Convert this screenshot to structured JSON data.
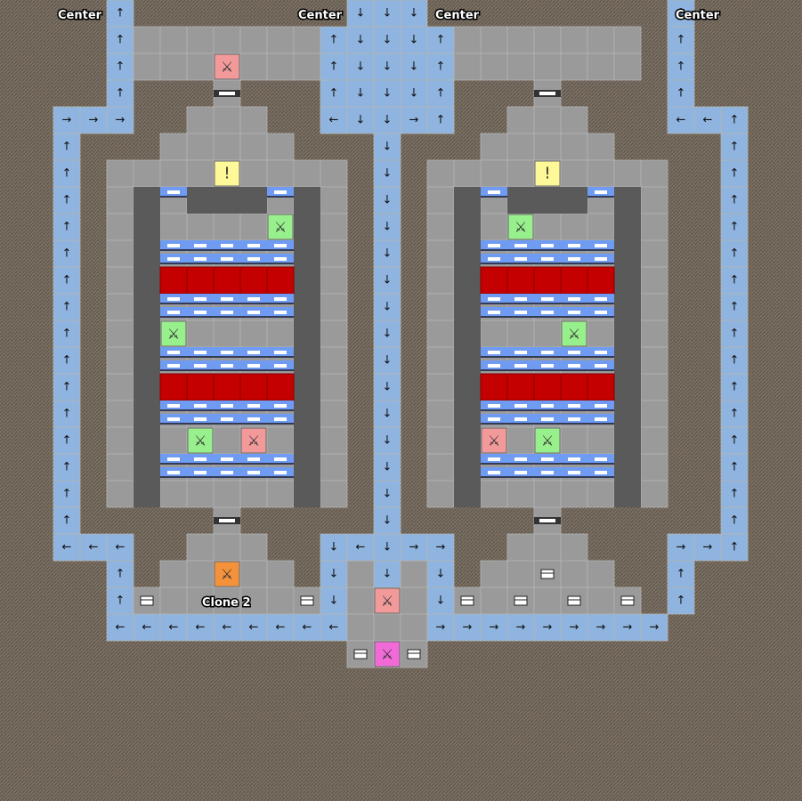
{
  "labels": {
    "center_1": "Center",
    "center_2": "Center",
    "center_3": "Center",
    "center_4": "Center",
    "clone": "Clone 2"
  },
  "legend": {
    "enemy_normal": "crossed-swords-icon",
    "enemy_weak": "crossed-swords-icon",
    "enemy_boss": "crossed-swords-icon",
    "enemy_elite": "crossed-swords-icon",
    "event": "exclamation-icon",
    "treasure": "treasure-chest-icon",
    "conveyor": "arrow-icon",
    "gate": "gate-icon",
    "hazard": "lava-tile"
  },
  "colors": {
    "background": "#776c60",
    "floor": "#9a9a9a",
    "conveyor": "#8fb4e0",
    "hazard": "#c40000",
    "wall": "#585858",
    "enemy_normal": "#f29a9a",
    "enemy_weak": "#98f08c",
    "enemy_elite": "#f4923c",
    "enemy_boss": "#f26ad8",
    "event": "#fff898",
    "gate": "#6f9cf2"
  }
}
